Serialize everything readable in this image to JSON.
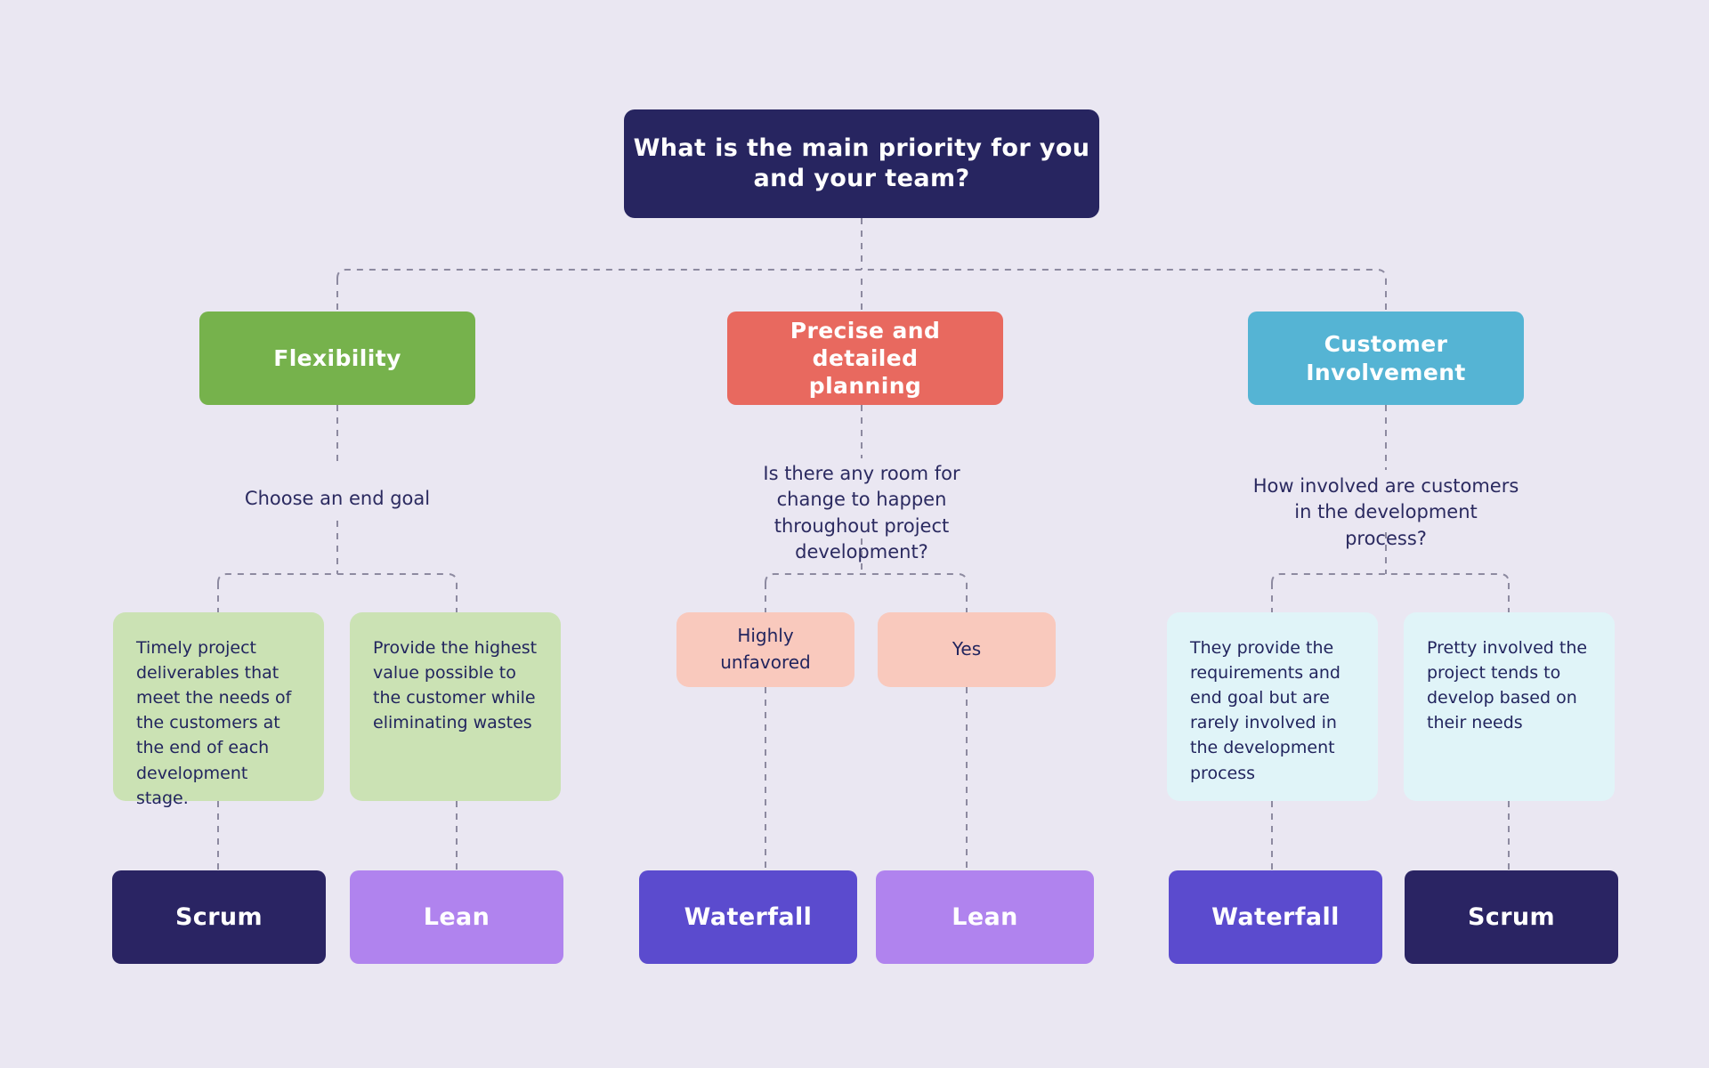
{
  "diagram": {
    "title": "Project management methodology decision tree",
    "background_color": "#eae7f2",
    "connector_color": "#8d8aa0"
  },
  "root": {
    "label": "What is the main priority for you and your team?",
    "color": "#272560"
  },
  "branches": [
    {
      "label": "Flexibility",
      "color": "#76b24c",
      "question": "Choose an end goal",
      "options": [
        {
          "text": "Timely project deliverables that meet the needs of the customers at the end of each development stage.",
          "color": "#cbe2b4",
          "result": {
            "label": "Scrum",
            "color": "#2a2463"
          }
        },
        {
          "text": "Provide the highest value possible to the customer while eliminating wastes",
          "color": "#cbe2b4",
          "result": {
            "label": "Lean",
            "color": "#b083ee"
          }
        }
      ]
    },
    {
      "label": "Precise and detailed planning",
      "color": "#e8695f",
      "question": "Is there any room for change to happen throughout project development?",
      "options": [
        {
          "text": "Highly unfavored",
          "color": "#f9c9bd",
          "result": {
            "label": "Waterfall",
            "color": "#5b4bce"
          }
        },
        {
          "text": "Yes",
          "color": "#f9c9bd",
          "result": {
            "label": "Lean",
            "color": "#b083ee"
          }
        }
      ]
    },
    {
      "label": "Customer Involvement",
      "color": "#55b4d4",
      "question": "How involved are customers in the development process?",
      "options": [
        {
          "text": "They provide the requirements and end goal but are rarely involved in the development process",
          "color": "#e0f4f8",
          "result": {
            "label": "Waterfall",
            "color": "#5b4bce"
          }
        },
        {
          "text": "Pretty involved the project tends to develop based on their needs",
          "color": "#e0f4f8",
          "result": {
            "label": "Scrum",
            "color": "#2a2463"
          }
        }
      ]
    }
  ]
}
